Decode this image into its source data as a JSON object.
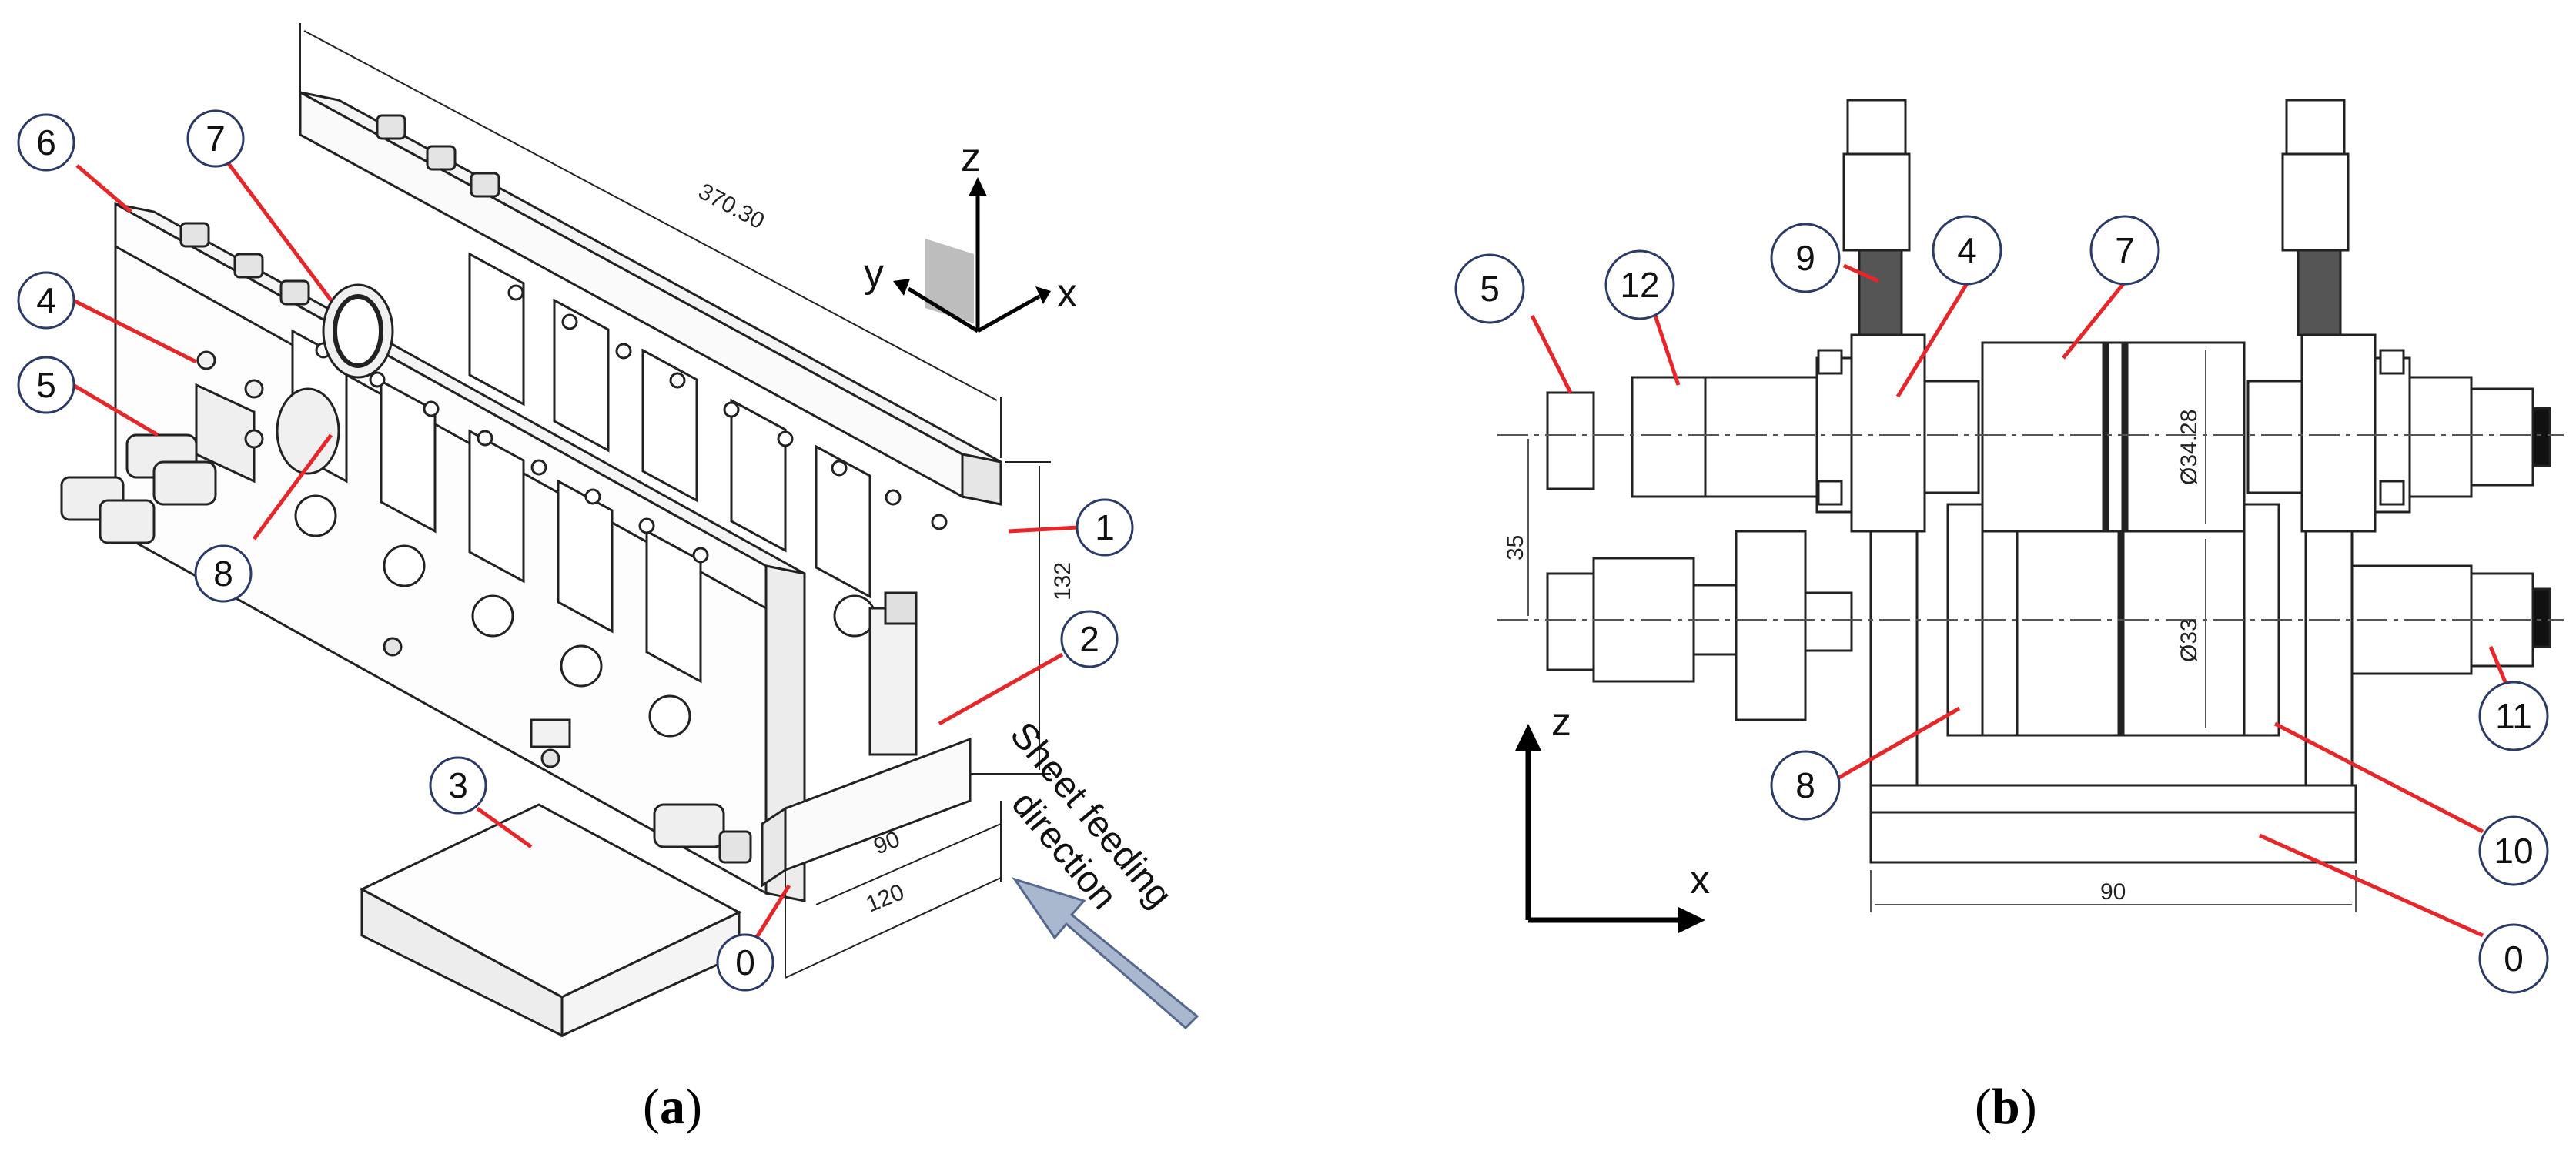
{
  "panel_a": {
    "caption": "(a)",
    "caption_letter": "a",
    "dimensions": {
      "length": "370.30",
      "height": "132",
      "width_inner": "90",
      "width_outer": "120"
    },
    "axes": {
      "z": "z",
      "y": "y",
      "x": "x"
    },
    "sheet_label_line1": "Sheet feeding",
    "sheet_label_line2": "direction",
    "callouts": [
      "6",
      "7",
      "4",
      "5",
      "8",
      "1",
      "2",
      "3",
      "0"
    ]
  },
  "panel_b": {
    "caption": "(b)",
    "caption_letter": "b",
    "dimensions": {
      "pitch": "35",
      "roll_top_dia": "Ø34.28",
      "roll_bottom_dia": "Ø33",
      "base_width": "90"
    },
    "axes": {
      "z": "z",
      "x": "x"
    },
    "callouts": [
      "5",
      "12",
      "9",
      "4",
      "7",
      "8",
      "10",
      "11",
      "0"
    ]
  },
  "colors": {
    "leader": "#e8262a",
    "callout_border": "#2b3a67",
    "arrow_fill": "#a9b7cf",
    "arrow_stroke": "#56688f",
    "shade": "#bdbdbd"
  }
}
